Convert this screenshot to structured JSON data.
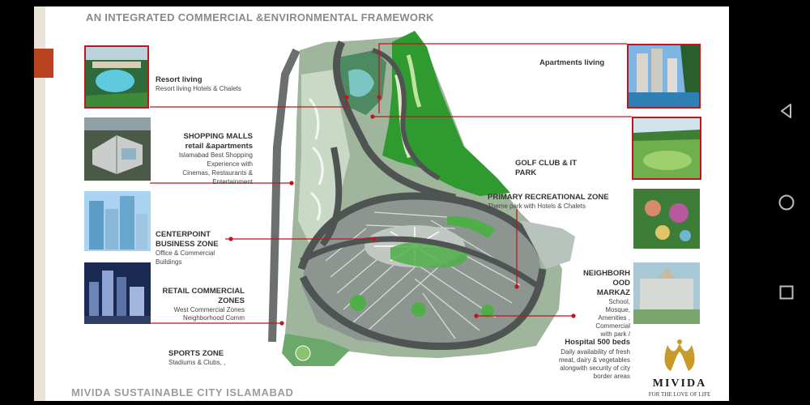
{
  "slide": {
    "title": "AN INTEGRATED COMMERCIAL &ENVIRONMENTAL FRAMEWORK",
    "footer": "MIVIDA  SUSTAINABLE  CITY ISLAMABAD"
  },
  "zones": {
    "resort": {
      "title": "Resort living",
      "desc": "Resort living Hotels & Chalets"
    },
    "shopping": {
      "title_1": "SHOPPING MALLS",
      "title_2": "retail &apartments",
      "desc_1": "Islamabad Best Shopping",
      "desc_2": "Experience  with",
      "desc_3": "Cinemas, Restaurants &",
      "desc_4": "Entertainment"
    },
    "centerpoint": {
      "title_1": "CENTERPOINT",
      "title_2": "BUSINESS ZONE",
      "desc_1": "Office & Commercial",
      "desc_2": "Buildings"
    },
    "retail": {
      "title_1": "RETAIL COMMERCIAL",
      "title_2": "ZONES",
      "desc_1": "West Commercial Zones",
      "desc_2": "Neighborhood Comm"
    },
    "sports": {
      "title": "SPORTS ZONE",
      "desc": "Stadiums & Clubs, ,"
    },
    "apartments": {
      "title": "Apartments living"
    },
    "golf": {
      "title_1": "GOLF CLUB & IT",
      "title_2": "PARK"
    },
    "recreational": {
      "title": "PRIMARY RECREATIONAL ZONE",
      "desc": "Theme park with Hotels & Chalets"
    },
    "markaz": {
      "title_1": "NEIGHBORH",
      "title_2": "OOD",
      "title_3": "MARKAZ",
      "desc_1": "School,",
      "desc_2": "Mosque,",
      "desc_3": "Amenities ,",
      "desc_4": "Commercial",
      "desc_5": "with park /"
    },
    "hospital": {
      "title": "Hospital 500 beds",
      "desc_1": "Daily availability of fresh",
      "desc_2": "meat, dairy & vegetables",
      "desc_3": "alongwith security of city",
      "desc_4": "border areas"
    }
  },
  "logo": {
    "name": "MIVIDA",
    "tagline": "FOR THE LOVE OF LIFE"
  },
  "colors": {
    "accent_red": "#c0151b",
    "tab_orange": "#b8431f",
    "map_green": "#3fae3a",
    "road_gray": "#5a5e5c"
  },
  "nav": {
    "back": "back-icon",
    "home": "home-icon",
    "recents": "recents-icon"
  }
}
